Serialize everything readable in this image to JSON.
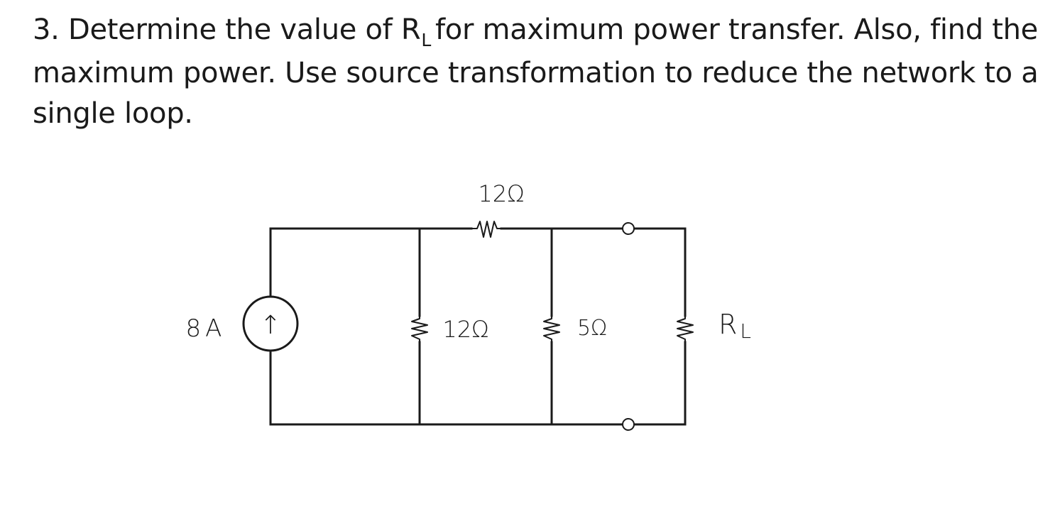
{
  "problem": {
    "text_before_sub": "3. Determine the value of R",
    "subscript": "L",
    "text_after_sub": "for maximum power transfer. Also, find the maximum power. Use source transformation to reduce the network to a single loop."
  },
  "circuit": {
    "source_label": "8A",
    "source_arrow": "↑",
    "series_resistor_label": "12Ω",
    "shunt_resistor_1_label": "12Ω",
    "shunt_resistor_2_label": "5Ω",
    "load_resistor_label_main": "R",
    "load_resistor_label_sub": "L"
  }
}
